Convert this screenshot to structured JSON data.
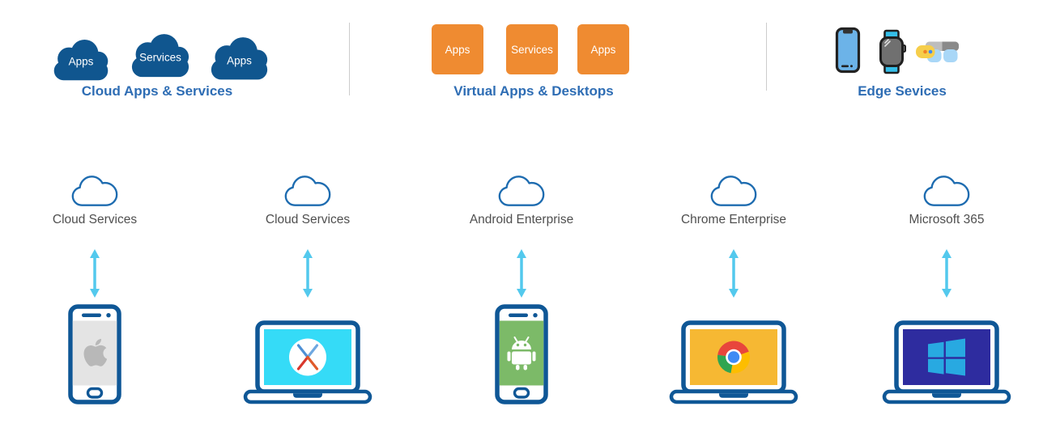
{
  "top_sections": [
    {
      "label": "Cloud Apps & Services",
      "items": [
        {
          "label": "Apps"
        },
        {
          "label": "Services"
        },
        {
          "label": "Apps"
        }
      ]
    },
    {
      "label": "Virtual Apps & Desktops",
      "items": [
        {
          "label": "Apps"
        },
        {
          "label": "Services"
        },
        {
          "label": "Apps"
        }
      ]
    },
    {
      "label": "Edge Sevices",
      "icons": [
        {
          "name": "smartphone-icon"
        },
        {
          "name": "smartwatch-icon"
        },
        {
          "name": "smart-glasses-icon"
        }
      ]
    }
  ],
  "columns": [
    {
      "label": "Cloud Services",
      "device_icon": "apple-phone-icon"
    },
    {
      "label": "Cloud Services",
      "device_icon": "mac-laptop-icon"
    },
    {
      "label": "Android Enterprise",
      "device_icon": "android-phone-icon"
    },
    {
      "label": "Chrome Enterprise",
      "device_icon": "chrome-laptop-icon"
    },
    {
      "label": "Microsoft 365",
      "device_icon": "windows-laptop-icon"
    }
  ],
  "colors": {
    "cloud_badge": "#10568F",
    "app_box": "#EF8B31",
    "section_label": "#2E6DB4",
    "column_label": "#4F4F4F",
    "divider": "#CCCCCC",
    "arrow": "#53C9ED",
    "device_outline": "#0F5796",
    "cloud_outline": "#1E6CB0",
    "iphone_screen": "#E4E4E4",
    "mac_screen": "#35DBF7",
    "android_screen": "#7CBA68",
    "chrome_screen": "#F6B833",
    "windows_screen": "#2E2C9F",
    "windows_logo": "#28A9E1"
  }
}
